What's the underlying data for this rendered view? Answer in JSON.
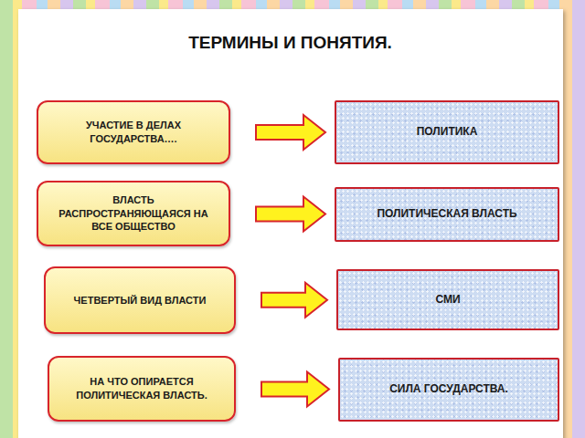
{
  "diagram": {
    "title": "ТЕРМИНЫ И ПОНЯТИЯ.",
    "nodes": [
      {
        "text": [
          "УЧАСТИЕ В ДЕЛАХ ГОСУДАРСТВА…."
        ]
      },
      {
        "text": [
          "ПОЛИТИКА"
        ]
      },
      {
        "text": [
          "ВЛАСТЬ РАСПРОСТРАНЯЮЩАЯСЯ НА ВСЕ ОБЩЕСТВО"
        ]
      },
      {
        "text": [
          "ПОЛИТИЧЕСКАЯ ВЛАСТЬ"
        ]
      },
      {
        "text": [
          "ЧЕТВЕРТЫЙ ВИД ВЛАСТИ"
        ]
      },
      {
        "text": [
          "СМИ"
        ]
      },
      {
        "text": [
          "НА ЧТО ОПИРАЕТСЯ ПОЛИТИЧЕСКАЯ ВЛАСТЬ."
        ]
      },
      {
        "text": [
          "СИЛА ГОСУДАРСТВА."
        ]
      }
    ],
    "edges": [
      {
        "from": 0,
        "to": 1,
        "arrow": "to"
      },
      {
        "from": 2,
        "to": 3,
        "arrow": "to"
      },
      {
        "from": 4,
        "to": 5,
        "arrow": "to"
      },
      {
        "from": 6,
        "to": 7,
        "arrow": "to"
      }
    ]
  }
}
